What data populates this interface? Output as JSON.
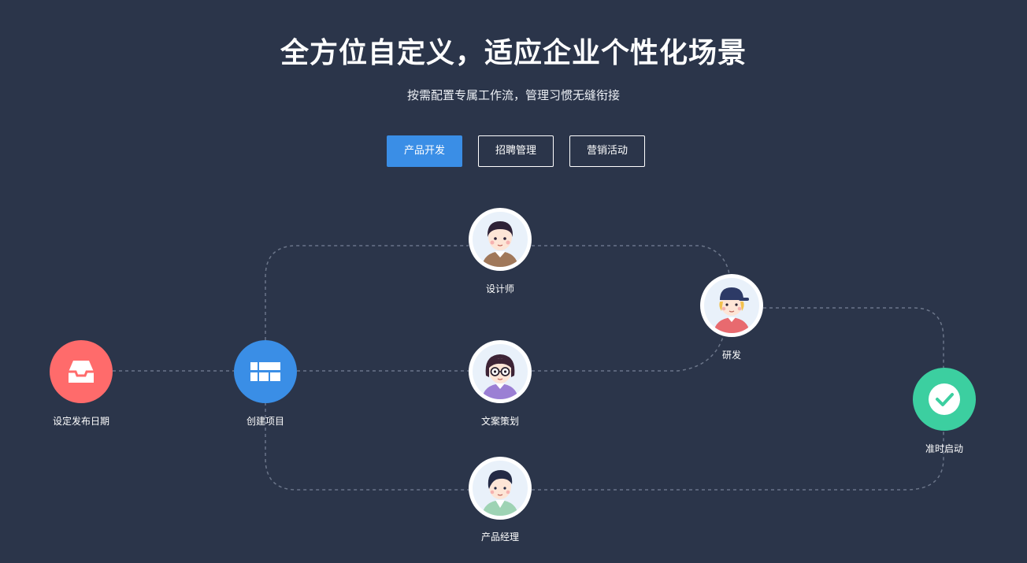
{
  "header": {
    "title": "全方位自定义，适应企业个性化场景",
    "subtitle": "按需配置专属工作流，管理习惯无缝衔接"
  },
  "tabs": [
    {
      "label": "产品开发",
      "active": true
    },
    {
      "label": "招聘管理",
      "active": false
    },
    {
      "label": "营销活动",
      "active": false
    }
  ],
  "flow": {
    "nodes": [
      {
        "id": "release-date",
        "label": "设定发布日期",
        "icon": "inbox-icon",
        "color": "#ff6b6b"
      },
      {
        "id": "create-project",
        "label": "创建项目",
        "icon": "layout-grid-icon",
        "color": "#3a8ee6"
      },
      {
        "id": "designer",
        "label": "设计师",
        "icon": "designer-avatar-icon"
      },
      {
        "id": "copywriting",
        "label": "文案策划",
        "icon": "copywriter-avatar-icon"
      },
      {
        "id": "product-manager",
        "label": "产品经理",
        "icon": "product-manager-avatar-icon"
      },
      {
        "id": "development",
        "label": "研发",
        "icon": "developer-avatar-icon"
      },
      {
        "id": "launch",
        "label": "准时启动",
        "icon": "check-icon",
        "color": "#3ccfa0"
      }
    ],
    "colors": {
      "accent": "#3a8ee6",
      "line": "#6b7589",
      "background": "#2b354a"
    }
  }
}
